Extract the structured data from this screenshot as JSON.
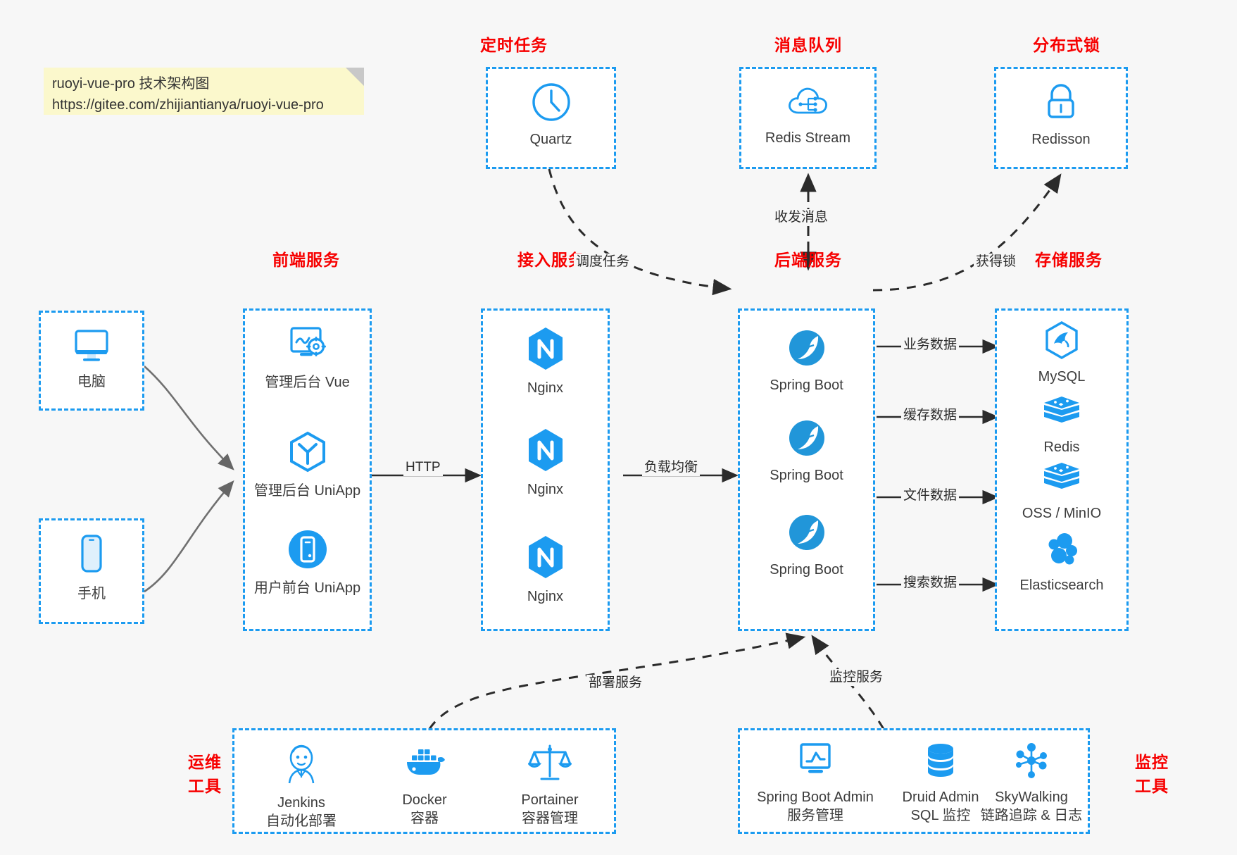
{
  "note": {
    "line1": "ruoyi-vue-pro 技术架构图",
    "line2": "https://gitee.com/zhijiantianya/ruoyi-vue-pro",
    "bg": "#fbf8cc"
  },
  "colors": {
    "accent": "#1c9bf0",
    "title_red": "#f70000",
    "canvas": "#f7f7f7",
    "box_fill": "#ffffff",
    "text": "#3c3c3c",
    "edge": "#2b2b2b"
  },
  "groups": {
    "scheduler": {
      "title": "定时任务"
    },
    "mq": {
      "title": "消息队列"
    },
    "lock": {
      "title": "分布式锁"
    },
    "frontend": {
      "title": "前端服务"
    },
    "gateway": {
      "title": "接入服务"
    },
    "backend": {
      "title": "后端服务"
    },
    "storage": {
      "title": "存储服务"
    },
    "devops": {
      "title_line1": "运维",
      "title_line2": "工具"
    },
    "monitor": {
      "title_line1": "监控",
      "title_line2": "工具"
    }
  },
  "clients": [
    {
      "label": "电脑",
      "icon": "desktop-monitor-icon"
    },
    {
      "label": "手机",
      "icon": "mobile-phone-icon"
    }
  ],
  "scheduler_nodes": [
    {
      "label": "Quartz",
      "icon": "clock-icon"
    }
  ],
  "mq_nodes": [
    {
      "label": "Redis Stream",
      "icon": "cloud-network-icon"
    }
  ],
  "lock_nodes": [
    {
      "label": "Redisson",
      "icon": "padlock-icon"
    }
  ],
  "frontend_nodes": [
    {
      "label": "管理后台 Vue",
      "icon": "monitor-gear-icon"
    },
    {
      "label": "管理后台 UniApp",
      "icon": "hexagon-cube-icon"
    },
    {
      "label": "用户前台 UniApp",
      "icon": "phone-circle-icon"
    }
  ],
  "gateway_nodes": [
    {
      "label": "Nginx",
      "icon": "nginx-icon"
    },
    {
      "label": "Nginx",
      "icon": "nginx-icon"
    },
    {
      "label": "Nginx",
      "icon": "nginx-icon"
    }
  ],
  "backend_nodes": [
    {
      "label": "Spring Boot",
      "icon": "spring-boot-icon"
    },
    {
      "label": "Spring Boot",
      "icon": "spring-boot-icon"
    },
    {
      "label": "Spring Boot",
      "icon": "spring-boot-icon"
    }
  ],
  "storage_nodes": [
    {
      "label": "MySQL",
      "icon": "mysql-icon"
    },
    {
      "label": "Redis",
      "icon": "redis-icon"
    },
    {
      "label": "OSS / MinIO",
      "icon": "oss-minio-icon"
    },
    {
      "label": "Elasticsearch",
      "icon": "elasticsearch-icon"
    }
  ],
  "devops_nodes": [
    {
      "label": "Jenkins",
      "sublabel": "自动化部署",
      "icon": "jenkins-butler-icon"
    },
    {
      "label": "Docker",
      "sublabel": "容器",
      "icon": "docker-whale-icon"
    },
    {
      "label": "Portainer",
      "sublabel": "容器管理",
      "icon": "scales-balance-icon"
    }
  ],
  "monitor_nodes": [
    {
      "label": "Spring Boot Admin",
      "sublabel": "服务管理",
      "icon": "monitor-chart-icon"
    },
    {
      "label": "Druid Admin",
      "sublabel": "SQL 监控",
      "icon": "database-stack-icon"
    },
    {
      "label": "SkyWalking",
      "sublabel": "链路追踪 & 日志",
      "icon": "network-nodes-icon"
    }
  ],
  "edges": [
    {
      "label": "HTTP"
    },
    {
      "label": "负载均衡"
    },
    {
      "label": "调度任务"
    },
    {
      "label": "收发消息"
    },
    {
      "label": "获得锁"
    },
    {
      "label": "业务数据"
    },
    {
      "label": "缓存数据"
    },
    {
      "label": "文件数据"
    },
    {
      "label": "搜索数据"
    },
    {
      "label": "部署服务"
    },
    {
      "label": "监控服务"
    }
  ]
}
